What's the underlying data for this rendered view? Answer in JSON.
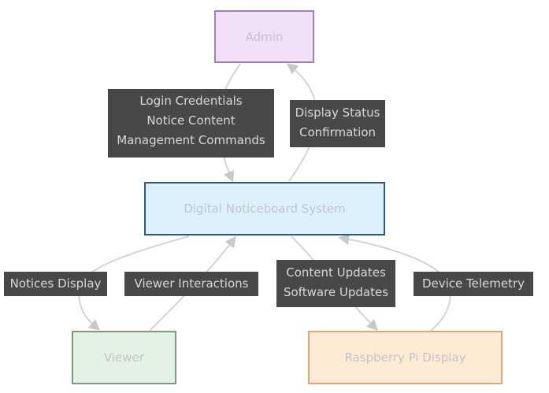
{
  "diagram": {
    "type": "flowchart",
    "nodes": [
      {
        "id": "admin",
        "label": "Admin",
        "fill": "#f1dff7",
        "stroke": "#9c82b4"
      },
      {
        "id": "system",
        "label": "Digital Noticeboard System",
        "fill": "#ddf1fc",
        "stroke": "#2b5978"
      },
      {
        "id": "viewer",
        "label": "Viewer",
        "fill": "#e3f2e4",
        "stroke": "#7b9a7f"
      },
      {
        "id": "pi",
        "label": "Raspberry Pi Display",
        "fill": "#fdebd5",
        "stroke": "#e1a579"
      }
    ],
    "edges": [
      {
        "from": "admin",
        "to": "system",
        "lines": [
          "Login Credentials",
          "Notice Content",
          "Management Commands"
        ]
      },
      {
        "from": "system",
        "to": "admin",
        "lines": [
          "Display Status",
          "Confirmation"
        ]
      },
      {
        "from": "system",
        "to": "viewer",
        "lines": [
          "Notices Display"
        ]
      },
      {
        "from": "viewer",
        "to": "system",
        "lines": [
          "Viewer Interactions"
        ]
      },
      {
        "from": "system",
        "to": "pi",
        "lines": [
          "Content Updates",
          "Software Updates"
        ]
      },
      {
        "from": "pi",
        "to": "system",
        "lines": [
          "Device Telemetry"
        ]
      }
    ],
    "colors": {
      "edge_stroke": "#d4d4d4",
      "label_bg": "#484848",
      "label_text": "#d8d8d8",
      "node_text": "#c4c4c8"
    }
  }
}
